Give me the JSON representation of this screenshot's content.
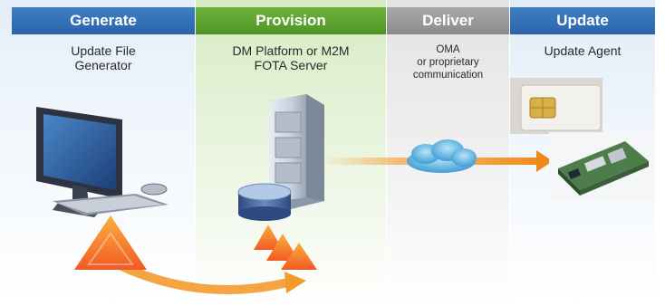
{
  "stages": [
    {
      "id": "generate",
      "title": "Generate",
      "subtitle_lines": [
        "Update File",
        "Generator"
      ]
    },
    {
      "id": "provision",
      "title": "Provision",
      "subtitle_lines": [
        "DM Platform or M2M",
        "FOTA Server"
      ]
    },
    {
      "id": "deliver",
      "title": "Deliver",
      "subtitle_lines": [
        "OMA",
        "or proprietary",
        "communication"
      ]
    },
    {
      "id": "update",
      "title": "Update",
      "subtitle_lines": [
        "Update Agent"
      ]
    }
  ],
  "colors": {
    "blue_header": "#2b63aa",
    "green_header": "#4e9327",
    "gray_header": "#8a8a8a",
    "arrow_orange": "#f39a2b",
    "triangle_orange": "#f7941d"
  },
  "icons": {
    "generate": "desktop-computer-icon",
    "provision": "server-with-database-icon",
    "deliver": "cloud-icon",
    "update": [
      "sim-card-icon",
      "circuit-board-icon"
    ]
  }
}
